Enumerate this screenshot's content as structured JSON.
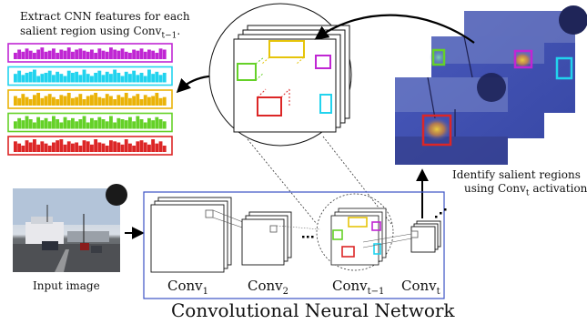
{
  "diagram": {
    "top_caption_line1": "Extract CNN features for each",
    "top_caption_line2": "salient region using Conv",
    "top_caption_line2_sub": "t−1",
    "top_caption_line2_end": ".",
    "right_caption_line1": "Identify salient regions",
    "right_caption_line2": "using Conv",
    "right_caption_line2_sub": "t",
    "right_caption_line2_end": " activation",
    "input_label": "Input image",
    "layers": [
      {
        "name": "Conv",
        "sub": "1"
      },
      {
        "name": "Conv",
        "sub": "2"
      },
      {
        "name": "Conv",
        "sub": "t−1"
      },
      {
        "name": "Conv",
        "sub": "t"
      }
    ],
    "network_title": "Convolutional Neural Network",
    "feature_colors": [
      "#c026d3",
      "#22d3ee",
      "#eab308",
      "#65d128",
      "#dc2626"
    ],
    "feature_values": [
      [
        6,
        9,
        7,
        10,
        8,
        6,
        9,
        11,
        7,
        8,
        10,
        6,
        9,
        8,
        11,
        7,
        9,
        10,
        8,
        7,
        9,
        6,
        10,
        8,
        7,
        11,
        9,
        8,
        10,
        7,
        6,
        9,
        8,
        10,
        7,
        9,
        8,
        6,
        10,
        9
      ],
      [
        8,
        11,
        7,
        9,
        10,
        12,
        6,
        8,
        9,
        11,
        7,
        10,
        8,
        6,
        11,
        9,
        10,
        7,
        12,
        8,
        6,
        9,
        11,
        7,
        10,
        8,
        12,
        9,
        6,
        10,
        8,
        11,
        7,
        9,
        6,
        12,
        8,
        10,
        7,
        9
      ],
      [
        9,
        7,
        11,
        8,
        6,
        10,
        12,
        7,
        9,
        11,
        8,
        6,
        10,
        9,
        12,
        7,
        8,
        11,
        6,
        9,
        10,
        12,
        8,
        7,
        11,
        9,
        6,
        10,
        8,
        12,
        7,
        9,
        11,
        6,
        10,
        8,
        9,
        12,
        7,
        8
      ],
      [
        7,
        10,
        8,
        12,
        9,
        6,
        11,
        8,
        10,
        7,
        12,
        9,
        6,
        11,
        8,
        10,
        7,
        9,
        12,
        6,
        10,
        8,
        11,
        9,
        7,
        12,
        6,
        10,
        9,
        8,
        11,
        7,
        12,
        9,
        6,
        10,
        8,
        11,
        9,
        7
      ],
      [
        10,
        8,
        6,
        11,
        9,
        12,
        7,
        10,
        8,
        6,
        9,
        11,
        12,
        7,
        10,
        8,
        9,
        6,
        11,
        10,
        7,
        12,
        9,
        8,
        6,
        11,
        10,
        9,
        7,
        12,
        8,
        6,
        10,
        11,
        9,
        7,
        12,
        8,
        10,
        6
      ]
    ]
  }
}
